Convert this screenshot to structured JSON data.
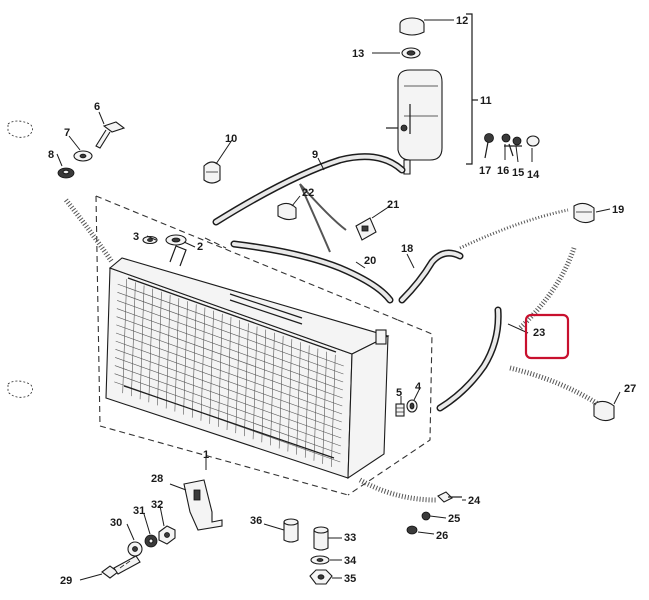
{
  "diagram": {
    "highlight_color": "#c8102e",
    "highlighted_part": "23",
    "callouts": {
      "c1": "1",
      "c2": "2",
      "c3": "3",
      "c4": "4",
      "c5": "5",
      "c6": "6",
      "c7": "7",
      "c8": "8",
      "c9": "9",
      "c10": "10",
      "c11": "11",
      "c12": "12",
      "c13": "13",
      "c14": "14",
      "c15": "15",
      "c16": "16",
      "c17": "17",
      "c18": "18",
      "c19": "19",
      "c20": "20",
      "c21": "21",
      "c22": "22",
      "c23": "23",
      "c24": "24",
      "c25": "25",
      "c26": "26",
      "c27": "27",
      "c28": "28",
      "c29": "29",
      "c30": "30",
      "c31": "31",
      "c32": "32",
      "c33": "33",
      "c34": "34",
      "c35": "35",
      "c36": "36"
    }
  }
}
